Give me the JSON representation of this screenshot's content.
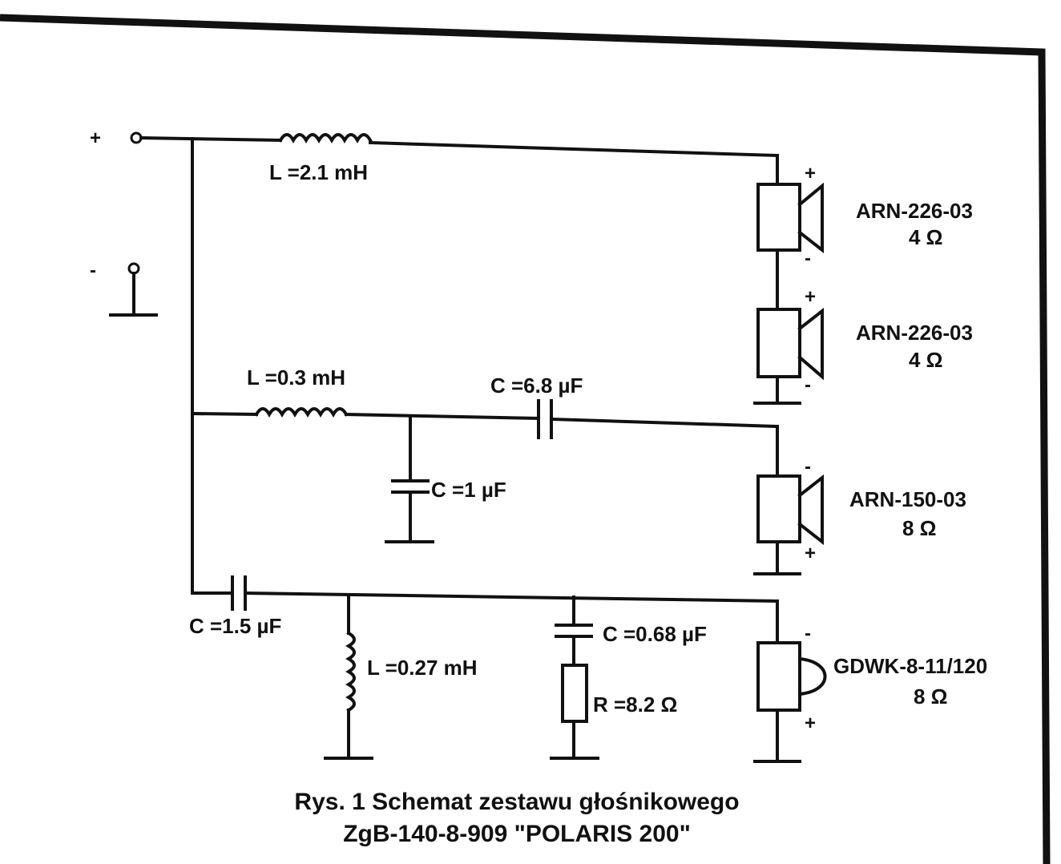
{
  "terminals": {
    "plus": "+",
    "minus": "-"
  },
  "components": {
    "L": "L =2.1 mH",
    "L1": "L =0.3 mH",
    "C2": "C =6.8 µF",
    "C1": "C =1 µF",
    "C": "C =1.5 µF",
    "L3": "L =0.27 mH",
    "C4": "C =0.68 µF",
    "R1": "R =8.2 Ω"
  },
  "speakers": [
    {
      "model": "ARN-226-03",
      "impedance": "4 Ω",
      "top_sign": "+",
      "bottom_sign": "-"
    },
    {
      "model": "ARN-226-03",
      "impedance": "4 Ω",
      "top_sign": "+",
      "bottom_sign": "-"
    },
    {
      "model": "ARN-150-03",
      "impedance": "8 Ω",
      "top_sign": "-",
      "bottom_sign": "+"
    },
    {
      "model": "GDWK-8-11/120",
      "impedance": "8 Ω",
      "top_sign": "-",
      "bottom_sign": "+"
    }
  ],
  "caption": {
    "line1": "Rys. 1 Schemat zestawu głośnikowego",
    "line2": "ZgB-140-8-909 \"POLARIS 200\""
  }
}
